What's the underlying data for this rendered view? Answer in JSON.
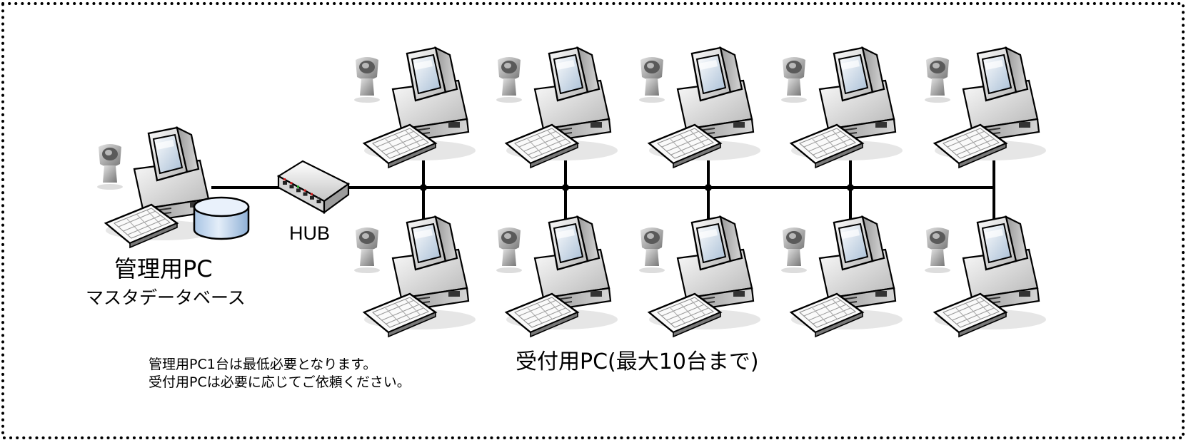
{
  "admin_pc": {
    "title": "管理用PC",
    "subtitle": "マスタデータベース"
  },
  "hub": {
    "label": "HUB"
  },
  "reception": {
    "caption": "受付用PC(最大10台まで)"
  },
  "notes": [
    "管理用PC1台は最低必要となります。",
    "受付用PCは必要に応じてご依頼ください。"
  ],
  "colors": {
    "frame_border": "#000000",
    "database": "#c8dcf2",
    "screen": "#ccdcec",
    "hub_port_red": "#d01818",
    "hub_port_green": "#18a018"
  },
  "icons": {
    "workstation": "computer-workstation-icon",
    "scanner": "barcode-scanner-icon",
    "database": "database-cylinder-icon",
    "hub": "network-hub-icon"
  }
}
